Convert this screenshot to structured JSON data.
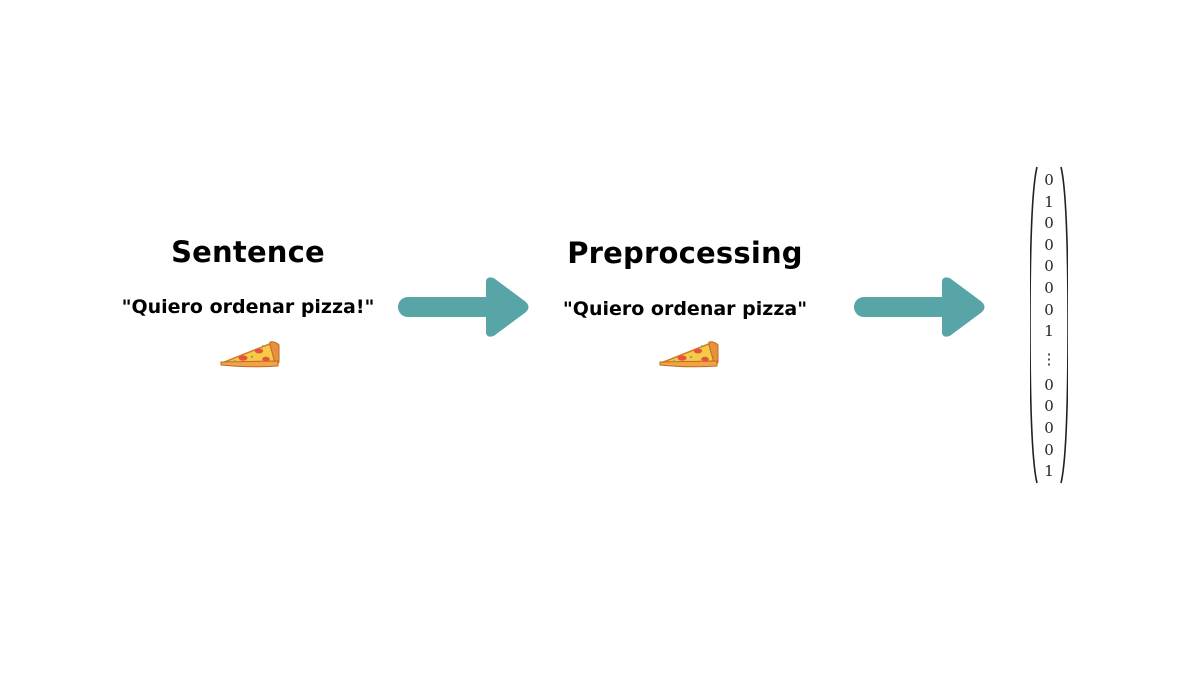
{
  "colors": {
    "arrow": "#57a5a6",
    "text": "#000000",
    "pizza_crust": "#e8913c",
    "pizza_cheese": "#f7c948",
    "pizza_pepperoni": "#e5533d"
  },
  "stages": [
    {
      "title": "Sentence",
      "text": "\"Quiero ordenar pizza!\"",
      "icon": "pizza-icon"
    },
    {
      "title": "Preprocessing",
      "text": "\"Quiero ordenar pizza\"",
      "icon": "pizza-icon"
    }
  ],
  "arrows": [
    {
      "icon": "arrow-right-icon"
    },
    {
      "icon": "arrow-right-icon"
    }
  ],
  "vector": {
    "entries_top": [
      "0",
      "1",
      "0",
      "0",
      "0",
      "0",
      "0",
      "1"
    ],
    "ellipsis": "⋮",
    "entries_bottom": [
      "0",
      "0",
      "0",
      "0",
      "1"
    ]
  }
}
